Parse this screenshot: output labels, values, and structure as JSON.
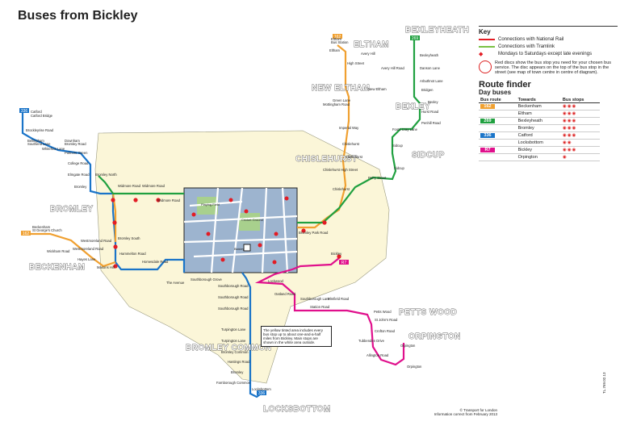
{
  "title": "Buses from Bickley",
  "colors": {
    "route_162": "#f0a030",
    "route_269": "#20a040",
    "route_336": "#1a74c8",
    "route_R7": "#e0108c",
    "zone": "#fbf6d8",
    "map": "#9db4cf"
  },
  "areas": {
    "eltham": "ELTHAM",
    "bexleyheath": "BEXLEYHEATH",
    "new_eltham": "NEW ELTHAM",
    "bexley": "BEXLEY",
    "sidcup": "SIDCUP",
    "chislehurst": "CHISLEHURST",
    "bromley": "BROMLEY",
    "beckenham": "BECKENHAM",
    "petts_wood": "PETTS WOOD",
    "orpington": "ORPINGTON",
    "bromley_common": "BROMLEY COMMON",
    "locksbottom": "LOCKSBOTTOM"
  },
  "stops": {
    "catford": "Catford",
    "catford_sub": "Catford Bridge",
    "brockleyrise": "Brockleyrise Road",
    "bellingham": "Bellingham",
    "bellingham_sub": "Southend Lane",
    "downham": "Downham",
    "downham_sub": "Bromley Road",
    "whitefoot": "Whitefoot Lane",
    "pulmore": "Pulmore Green",
    "college": "College Road",
    "college_sub": "Elmgate Road",
    "bromley_north": "Bromley North",
    "bromley_road": "Bromley",
    "widmore1": "Widmore Road",
    "widmore2": "Widmore Road",
    "widmore3": "Widmore Road",
    "bromley_south": "Bromley South",
    "beckenham": "Beckenham",
    "beckenham_sub": "St George's Church",
    "westmoreland": "Westmoreland Road",
    "westmoreland2": "Westmoreland Road",
    "wickham": "Wickham Road",
    "hayes": "Hayes Lane",
    "masons": "Masons Hill",
    "hammelton": "Hammelton Road",
    "homesdale": "Homesdale Road",
    "tiie_avenue": "The Avenue",
    "southborough_grove": "Southborough Grove",
    "southborough_road": "Southborough Road",
    "southborough2": "Southborough Road",
    "southborough3": "Southborough Road",
    "turpington": "Turpington Lane",
    "turpington2": "Turpington Lane",
    "bromley_common": "Bromley Common",
    "hastings": "Hastings Road",
    "keston": "Bromley",
    "farnborough": "Farnborough Common",
    "locksbottom": "Locksbottom",
    "eltham": "Eltham",
    "eltham_sub": "Bus Station",
    "eltham2": "Eltham",
    "eltham2_sub": "High Street",
    "avery": "Avery Hill",
    "avery_road": "Avery Hill Road",
    "new_eltham": "New Eltham",
    "green_lane": "Green Lane",
    "kidbrooke": "Mottingham Road",
    "imperial": "Imperial Way",
    "chislehurst": "Chislehurst",
    "chislehurst2": "Chislehurst",
    "chislehurst_high": "Chislehurst High Street",
    "perry": "Perry Street",
    "foots": "Foots Cray Lane",
    "sidcup": "Sidcup",
    "sidcup2": "Sidcup",
    "bexleyheath": "Bexleyheath",
    "danson": "Danson Lane",
    "arbuthnot": "Arbuthnot Lane",
    "bridgen": "Bridgen",
    "bexley": "Bexley",
    "hurst": "Hurst Road",
    "penhill": "Penhill Road",
    "chislehurst3": "Chislehurst",
    "bromley_park": "Bromley Park Road",
    "bickley": "Bickley",
    "southborough_lane": "Southborough Lane",
    "oatland": "Oatland Road",
    "petts": "Petts Wood",
    "st_johns": "St John's Road",
    "crofton": "Crofton Road",
    "tubbenden": "Tubbenden Drive",
    "orpington": "Orpington",
    "orpington2": "Orpington",
    "lockwood": "Lockwood",
    "allington": "Allington Road",
    "station_road": "Station Road",
    "elm": "Elmfield Road"
  },
  "map_labels": {
    "playing": "Playing Field",
    "cricket": "Cricket Ground",
    "station": "Bickley"
  },
  "route_tags": {
    "r336_top": "336",
    "r162": "162",
    "r269": "269",
    "r336": "336",
    "r336_bottom": "336",
    "R7": "R7",
    "r162_bottom": "162"
  },
  "notice": "The yellow tinted area includes every bus stop up to about one-and-a-half miles from Bickley. Main stops are shown in the white area outside.",
  "key": {
    "heading": "Key",
    "items": [
      {
        "label": "Connections with National Rail"
      },
      {
        "label": "Connections with Tramlink"
      },
      {
        "label": "Mondays to Saturdays except late evenings"
      }
    ],
    "info": "Red discs show the bus stop you need for your chosen bus service. The disc appears on the top of the bus stop in the street (see map of town centre in centre of diagram)."
  },
  "route_finder": {
    "title": "Route finder",
    "subtitle": "Day buses",
    "headers": [
      "Bus route",
      "Towards",
      "Bus stops"
    ],
    "rows": [
      {
        "route": "162",
        "towards": "Beckenham",
        "stops": "◉◉◉",
        "color": "#f0a030"
      },
      {
        "route": "",
        "towards": "Eltham",
        "stops": "◉◉◉",
        "color": "#f0a030"
      },
      {
        "route": "269",
        "towards": "Bexleyheath",
        "stops": "◉◉◉",
        "color": "#20a040"
      },
      {
        "route": "",
        "towards": "Bromley",
        "stops": "◉◉◉",
        "color": "#20a040"
      },
      {
        "route": "336",
        "towards": "Catford",
        "stops": "◉◉◉",
        "color": "#1a74c8"
      },
      {
        "route": "",
        "towards": "Locksbottom",
        "stops": "◉◉",
        "color": "#1a74c8"
      },
      {
        "route": "R7",
        "towards": "Bickley",
        "stops": "◉◉◉",
        "color": "#e0108c"
      },
      {
        "route": "",
        "towards": "Orpington",
        "stops": "◉",
        "color": "#e0108c"
      }
    ]
  },
  "copyright": "© Transport for London",
  "copyright2": "Information correct from February 2013",
  "sidecode": "TL.769.02.13"
}
